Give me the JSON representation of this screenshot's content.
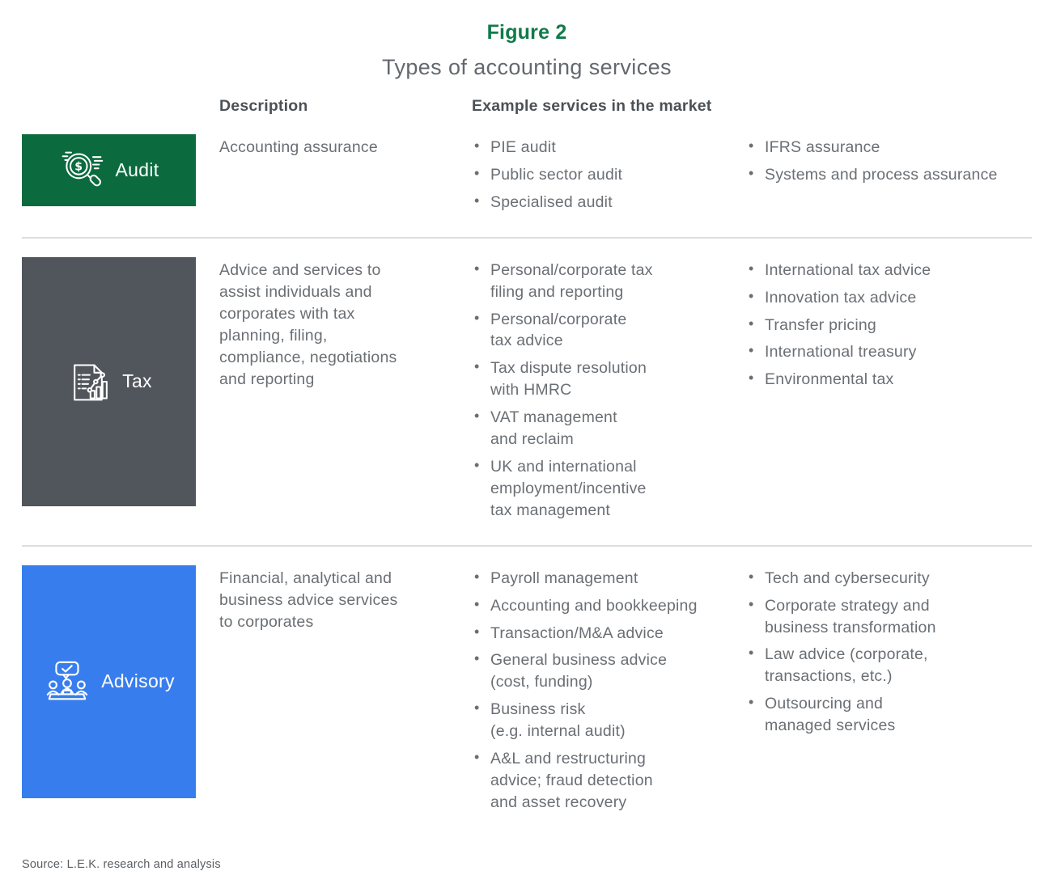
{
  "chart_data": {
    "type": "table",
    "figure_label": "Figure 2",
    "title": "Types of accounting services",
    "columns": {
      "description": "Description",
      "examples": "Example services in the market"
    },
    "rows": [
      {
        "label": "Audit",
        "icon": "audit-magnifier-dollar-icon",
        "color": "#0b6b3f",
        "description": "Accounting assurance",
        "examples_col1": [
          "PIE audit",
          "Public sector audit",
          "Specialised audit"
        ],
        "examples_col2": [
          "IFRS assurance",
          "Systems and process assurance"
        ]
      },
      {
        "label": "Tax",
        "icon": "tax-document-chart-icon",
        "color": "#51565c",
        "description": "Advice and services to\nassist individuals and\ncorporates with tax\nplanning, filing,\ncompliance, negotiations\nand reporting",
        "examples_col1": [
          "Personal/corporate tax\nfiling and reporting",
          "Personal/corporate\ntax advice",
          "Tax dispute resolution\nwith HMRC",
          "VAT management\nand reclaim",
          "UK and international\nemployment/incentive\ntax management"
        ],
        "examples_col2": [
          "International tax advice",
          "Innovation tax advice",
          "Transfer pricing",
          "International treasury",
          "Environmental tax"
        ]
      },
      {
        "label": "Advisory",
        "icon": "advisory-meeting-icon",
        "color": "#377ded",
        "description": "Financial, analytical and\nbusiness advice services\nto corporates",
        "examples_col1": [
          "Payroll management",
          "Accounting and bookkeeping",
          "Transaction/M&A advice",
          "General business advice\n(cost, funding)",
          "Business risk\n(e.g. internal audit)",
          "A&L and restructuring\nadvice; fraud detection\nand asset recovery"
        ],
        "examples_col2": [
          "Tech and cybersecurity",
          "Corporate strategy and\nbusiness transformation",
          "Law advice (corporate,\ntransactions, etc.)",
          "Outsourcing and\nmanaged services"
        ]
      }
    ],
    "source": "Source: L.E.K. research and analysis",
    "layout": {
      "legend_position": "none",
      "grid": "row-dividers"
    },
    "colors": {
      "figure_label_green": "#0f7b4a",
      "audit_green": "#0b6b3f",
      "tax_gray": "#51565c",
      "advisory_blue": "#377ded",
      "body_text": "#6a6f74",
      "divider": "#dcdddd"
    }
  }
}
